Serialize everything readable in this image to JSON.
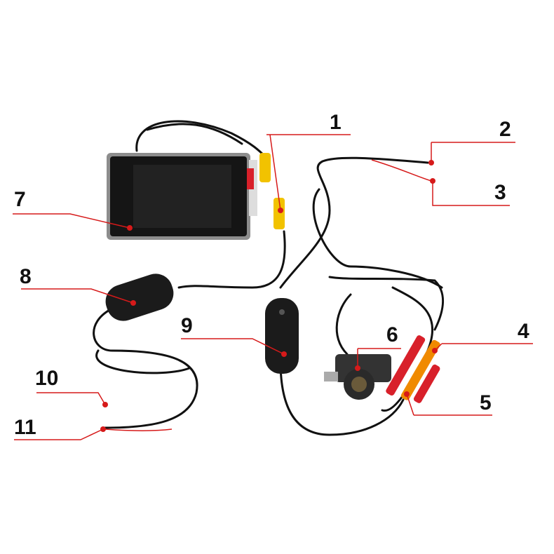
{
  "callouts": [
    {
      "label": "1",
      "part": "monitor-video-plug"
    },
    {
      "label": "2",
      "part": "camera-power-wire-a"
    },
    {
      "label": "3",
      "part": "camera-power-wire-b"
    },
    {
      "label": "4",
      "part": "camera-video-plug"
    },
    {
      "label": "5",
      "part": "transmitter-video-plug"
    },
    {
      "label": "6",
      "part": "reversing-camera"
    },
    {
      "label": "7",
      "part": "monitor"
    },
    {
      "label": "8",
      "part": "wireless-receiver"
    },
    {
      "label": "9",
      "part": "wireless-transmitter"
    },
    {
      "label": "10",
      "part": "receiver-power-wire-a"
    },
    {
      "label": "11",
      "part": "receiver-power-wire-b"
    }
  ],
  "colors": {
    "leader": "#d61a1a",
    "cable": "#111111",
    "rca_yellow": "#f2c200",
    "rca_red": "#d8202a",
    "rca_orange": "#f08a00"
  }
}
